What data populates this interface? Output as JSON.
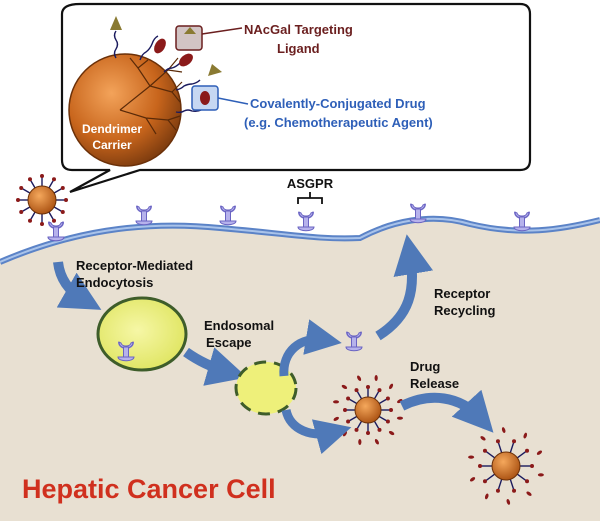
{
  "callout": {
    "ligand_line1": "NAcGal Targeting",
    "ligand_line2": "Ligand",
    "drug_line1": "Covalently-Conjugated Drug",
    "drug_line2": "(e.g. Chemotherapeutic Agent)",
    "carrier_line1": "Dendrimer",
    "carrier_line2": "Carrier"
  },
  "receptor_label": "ASGPR",
  "steps": {
    "endocytosis_line1": "Receptor-Mediated",
    "endocytosis_line2": "Endocytosis",
    "escape_line1": "Endosomal",
    "escape_line2": "Escape",
    "recycling_line1": "Receptor",
    "recycling_line2": "Recycling",
    "release_line1": "Drug",
    "release_line2": "Release"
  },
  "cell_label": "Hepatic Cancer Cell",
  "colors": {
    "ligand_text": "#6b1f1f",
    "drug_text": "#2e5fb8",
    "cell_label": "#d0301e",
    "membrane": "#5b83c7",
    "cytoplasm": "#e8e0d2",
    "arrow": "#4f79b8",
    "dendrimer": "#c8651c",
    "receptor": "#b6b2ec",
    "endosome": "#eef07a"
  }
}
